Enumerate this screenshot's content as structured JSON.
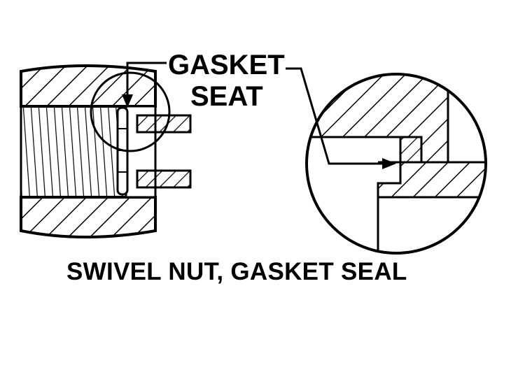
{
  "callout": {
    "line1": "GASKET",
    "line2": "SEAT"
  },
  "caption": "SWIVEL NUT, GASKET SEAL",
  "colors": {
    "ink": "#000000",
    "paper": "#ffffff"
  }
}
